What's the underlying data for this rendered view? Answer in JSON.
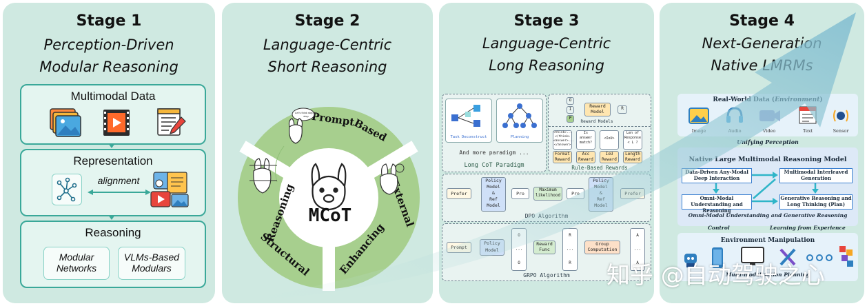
{
  "stages": [
    {
      "title": "Stage 1",
      "subtitle_lines": [
        "Perception-Driven",
        "Modular Reasoning"
      ],
      "boxes": {
        "multimodal": "Multimodal Data",
        "representation": "Representation",
        "alignment": "alignment",
        "reasoning": "Reasoning",
        "modular_networks": [
          "Modular",
          "Networks"
        ],
        "vlms_modulars": [
          "VLMs-Based",
          "Modulars"
        ]
      }
    },
    {
      "title": "Stage 2",
      "subtitle_lines": [
        "Language-Centric",
        "Short Reasoning"
      ],
      "center": "MCoT",
      "segments": {
        "prompt": [
          "Prompt",
          "Based"
        ],
        "external": [
          "External",
          "Enhancing"
        ],
        "structural": [
          "Structural",
          "Reasoning"
        ]
      },
      "bubble": "Let's think step by step"
    },
    {
      "title": "Stage 3",
      "subtitle_lines": [
        "Language-Centric",
        "Long Reasoning"
      ],
      "long_cot": {
        "task": "Task Deconstruct",
        "planning": "Planning",
        "more": "And more paradigm ...",
        "label": "Long CoT Paradigm"
      },
      "rewards": {
        "reward_model": [
          "Reward",
          "Model"
        ],
        "reward_models_label": "Reward Models",
        "o": "O",
        "i": "I",
        "p": "P",
        "r": "R",
        "chips": [
          [
            "Format",
            "Reward"
          ],
          [
            "Acc",
            "Reward"
          ],
          [
            "IoU",
            "Reward"
          ],
          [
            "Length",
            "Reward"
          ]
        ],
        "chip_tops": [
          [
            "<think>...",
            "</think>",
            "<answer>...",
            "</answer>"
          ],
          [
            "Is",
            "answer",
            "match?"
          ],
          [
            "<IoU>"
          ],
          [
            "Len of",
            "Response",
            "< L ?"
          ]
        ],
        "label": "Rule-Based Rewards"
      },
      "dpo": {
        "prefer1": "Prefer",
        "policy": [
          "Policy",
          "Model",
          "&",
          "Ref",
          "Model"
        ],
        "pro1": "Pro",
        "max": [
          "Maximum",
          "likelihood"
        ],
        "pro2": "Pro",
        "policy2": [
          "Policy",
          "Model",
          "&",
          "Ref",
          "Model"
        ],
        "prefer2": "Prefer",
        "label": "DPO Algorithm"
      },
      "grpo": {
        "prompt": "Prompt",
        "policy": [
          "Policy",
          "Model"
        ],
        "o_top": "O",
        "o_dots": "...",
        "o_bot": "O",
        "reward": [
          "Reward",
          "Func"
        ],
        "r_top": "R",
        "r_dots": "...",
        "r_bot": "R",
        "group": [
          "Group",
          "Computation"
        ],
        "a_top": "A",
        "a_dots": "...",
        "a_bot": "A",
        "label": "GRPO Algorithm"
      }
    },
    {
      "title": "Stage 4",
      "subtitle_lines": [
        "Next-Generation",
        "Native LMRMs"
      ],
      "real_world": "Real-World Data (",
      "environment_word": "Environment",
      "real_world_close": ")",
      "modalities": [
        "Image",
        "Audio",
        "Video",
        "Text",
        "Sensor"
      ],
      "unifying": "Unifying  Perception",
      "native_title": "Native Large Multimodal Reasoning Model",
      "nodes": [
        [
          "Data-Driven Any-Modal",
          "Deep Interaction"
        ],
        [
          "Multimodal Interleaved",
          "Generation"
        ],
        [
          "Omni-Modal",
          "Understanding and Reasoning"
        ],
        [
          "Generative Reasoning and",
          "Long Thinking (Plan)"
        ]
      ],
      "omni_line": "Omni-Modal Understanding and Generative Reasoning",
      "control": "Control",
      "learning": "Learning from Experience",
      "env_manip": "Environment Manipulation",
      "bottom_text": "Multi-modal Action Planning"
    }
  ],
  "watermark": "知乎 @自动驾驶之心",
  "colors": {
    "panel": "#cfe9e1",
    "teal": "#3aa899",
    "inner": "#e4f5f0",
    "blue": "#3a7fd0"
  }
}
